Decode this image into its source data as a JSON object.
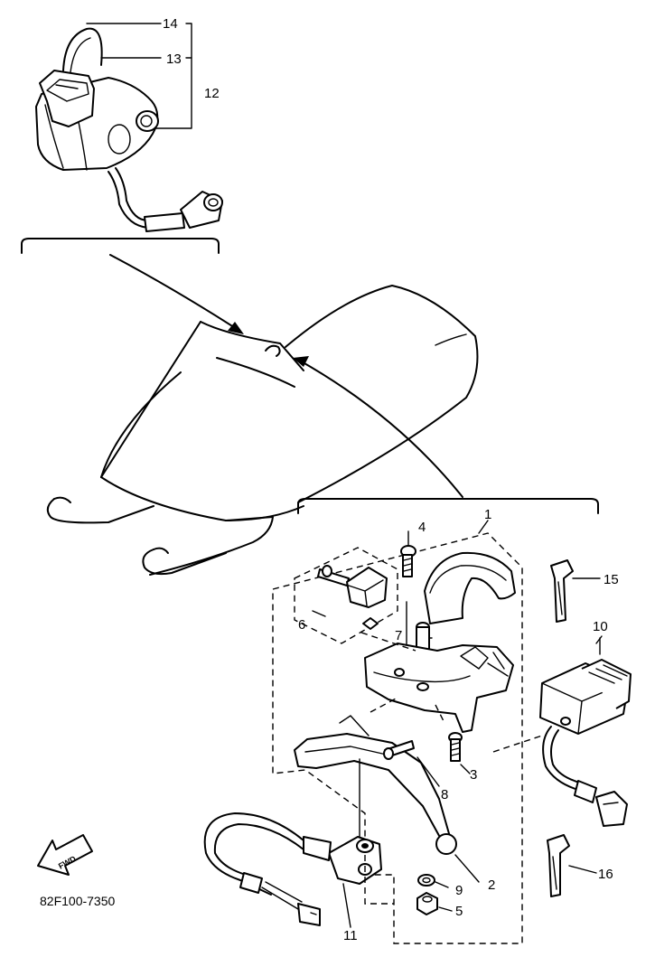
{
  "diagram": {
    "part_code": "82F100-7350",
    "fwd_label": "FWD",
    "callouts": [
      {
        "id": "c1",
        "label": "1"
      },
      {
        "id": "c2",
        "label": "2"
      },
      {
        "id": "c3",
        "label": "3"
      },
      {
        "id": "c4",
        "label": "4"
      },
      {
        "id": "c5",
        "label": "5"
      },
      {
        "id": "c6",
        "label": "6"
      },
      {
        "id": "c7",
        "label": "7"
      },
      {
        "id": "c8",
        "label": "8"
      },
      {
        "id": "c9",
        "label": "9"
      },
      {
        "id": "c10",
        "label": "10"
      },
      {
        "id": "c11",
        "label": "11"
      },
      {
        "id": "c12",
        "label": "12"
      },
      {
        "id": "c13",
        "label": "13"
      },
      {
        "id": "c14",
        "label": "14"
      },
      {
        "id": "c15",
        "label": "15"
      },
      {
        "id": "c16",
        "label": "16"
      }
    ]
  }
}
